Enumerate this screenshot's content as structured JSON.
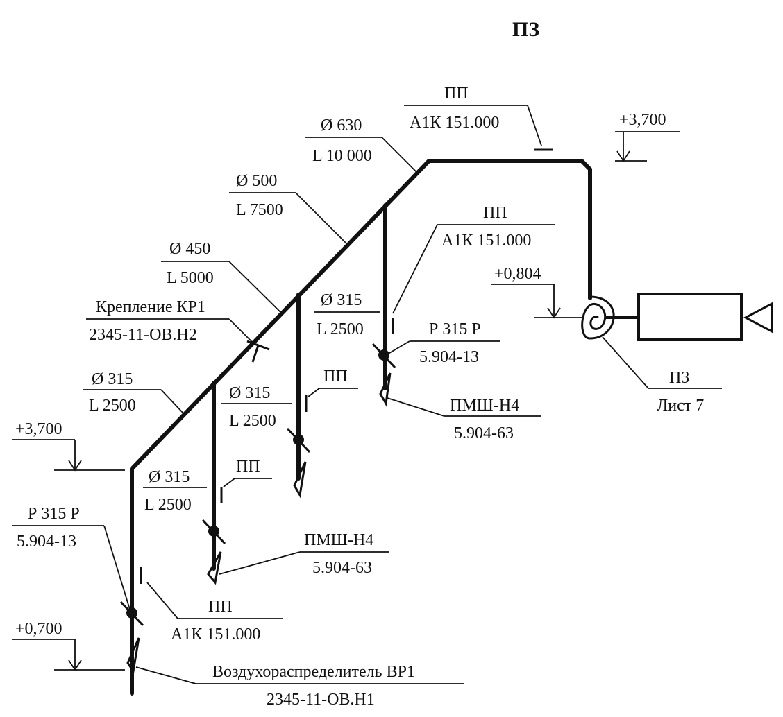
{
  "title": "ПЗ",
  "levels": {
    "top_right": "+3,700",
    "mid_right": "+0,804",
    "left_upper": "+3,700",
    "left_lower": "+0,700"
  },
  "ducts": {
    "d630": {
      "dia": "Ø 630",
      "len": "L 10 000"
    },
    "d500": {
      "dia": "Ø 500",
      "len": "L 7500"
    },
    "d450": {
      "dia": "Ø 450",
      "len": "L 5000"
    },
    "d315_main": {
      "dia": "Ø 315",
      "len": "L 2500"
    },
    "d315_b1": {
      "dia": "Ø 315",
      "len": "L 2500"
    },
    "d315_b2": {
      "dia": "Ø 315",
      "len": "L 2500"
    },
    "d315_b3": {
      "dia": "Ø 315",
      "len": "L 2500"
    }
  },
  "callouts": {
    "pp_top": {
      "name": "ПП",
      "code": "А1К 151.000"
    },
    "pp_right": {
      "name": "ПП",
      "code": "А1К 151.000"
    },
    "pp_b2": {
      "name": "ПП"
    },
    "pp_b3": {
      "name": "ПП"
    },
    "pp_bottom": {
      "name": "ПП",
      "code": "А1К 151.000"
    },
    "fastening": {
      "name": "Крепление КР1",
      "code": "2345-11-ОВ.Н2"
    },
    "valve_right": {
      "name": "Р 315 Р",
      "code": "5.904-13"
    },
    "valve_left": {
      "name": "Р 315 Р",
      "code": "5.904-13"
    },
    "pmsh_right": {
      "name": "ПМШ-Н4",
      "code": "5.904-63"
    },
    "pmsh_mid": {
      "name": "ПМШ-Н4",
      "code": "5.904-63"
    },
    "diffuser": {
      "name": "Воздухораспределитель ВР1",
      "code": "2345-11-ОВ.Н1"
    },
    "fan": {
      "name": "ПЗ",
      "sheet": "Лист 7"
    }
  }
}
